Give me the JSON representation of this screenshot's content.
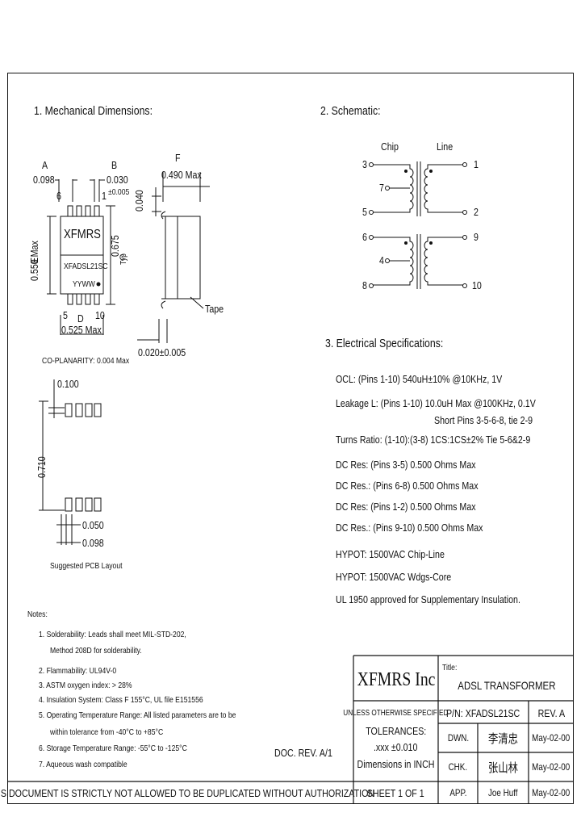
{
  "sections": {
    "mech_title": "1. Mechanical Dimensions:",
    "schem_title": "2. Schematic:",
    "elec_title": "3. Electrical Specifications:"
  },
  "mech": {
    "A": "A",
    "B": "B",
    "C": "C",
    "D": "D",
    "E": "E",
    "F": "F",
    "dim_098": "0.098",
    "dim_030": "0.030",
    "dim_030_tol": "±0.005",
    "dim_490": "0.490 Max",
    "dim_040": "0.040",
    "dim_550": "0.550 Max",
    "dim_675": "0.675",
    "typ": "Typ",
    "dim_525": "0.525 Max",
    "dim_020": "0.020±0.005",
    "tape": "Tape",
    "coplanarity": "CO-PLANARITY: 0.004 Max",
    "pin6": "6",
    "pin1": "1",
    "pin5": "5",
    "pin10": "10",
    "brand": "XFMRS",
    "part": "XFADSL21SC",
    "date_code": "YYWW"
  },
  "pcb": {
    "dim_100": "0.100",
    "dim_710": "0.710",
    "dim_050": "0.050",
    "dim_098": "0.098",
    "caption": "Suggested PCB Layout"
  },
  "schematic": {
    "chip": "Chip",
    "line": "Line",
    "left_pins": [
      "3",
      "7",
      "5",
      "6",
      "4",
      "8"
    ],
    "right_pins": [
      "1",
      "2",
      "9",
      "10"
    ]
  },
  "electrical": [
    "OCL: (Pins 1-10) 540uH±10% @10KHz, 1V",
    "Leakage L: (Pins 1-10) 10.0uH Max @100KHz, 0.1V",
    "Short Pins 3-5-6-8, tie 2-9",
    "Turns Ratio: (1-10):(3-8) 1CS:1CS±2% Tie 5-6&2-9",
    "DC Res: (Pins 3-5) 0.500 Ohms Max",
    "DC Res.: (Pins 6-8) 0.500 Ohms Max",
    "DC Res: (Pins 1-2) 0.500 Ohms Max",
    "DC Res.: (Pins 9-10) 0.500 Ohms Max",
    "HYPOT: 1500VAC Chip-Line",
    "HYPOT: 1500VAC Wdgs-Core",
    "UL 1950 approved for Supplementary Insulation."
  ],
  "notes": {
    "title": "Notes:",
    "items": [
      "1. Solderability: Leads shall meet MIL-STD-202,",
      "Method 208D for solderability.",
      "2. Flammability: UL94V-0",
      "3. ASTM oxygen index: > 28%",
      "4. Insulation System: Class F 155°C, UL file E151556",
      "5. Operating Temperature Range: All listed parameters are to be",
      "within tolerance from -40°C to +85°C",
      "6. Storage Temperature Range: -55°C to -125°C",
      "7. Aqueous wash compatible"
    ]
  },
  "doc_rev": "DOC. REV. A/1",
  "title_block": {
    "company": "XFMRS Inc",
    "title_label": "Title:",
    "title": "ADSL TRANSFORMER",
    "unless": "UNLESS OTHERWISE SPECIFIED",
    "tolerances": "TOLERANCES:",
    "tol_value": ".xxx ±0.010",
    "dimensions": "Dimensions in INCH",
    "pn": "P/N: XFADSL21SC",
    "rev": "REV. A",
    "dwn": "DWN.",
    "chk": "CHK.",
    "app": "APP.",
    "dwn_sig": "李清忠",
    "chk_sig": "张山林",
    "app_name": "Joe Huff",
    "date1": "May-02-00",
    "date2": "May-02-00",
    "date3": "May-02-00",
    "sheet": "SHEET 1 OF 1"
  },
  "footer": "THIS DOCUMENT IS STRICTLY NOT ALLOWED TO BE DUPLICATED WITHOUT AUTHORIZATION"
}
